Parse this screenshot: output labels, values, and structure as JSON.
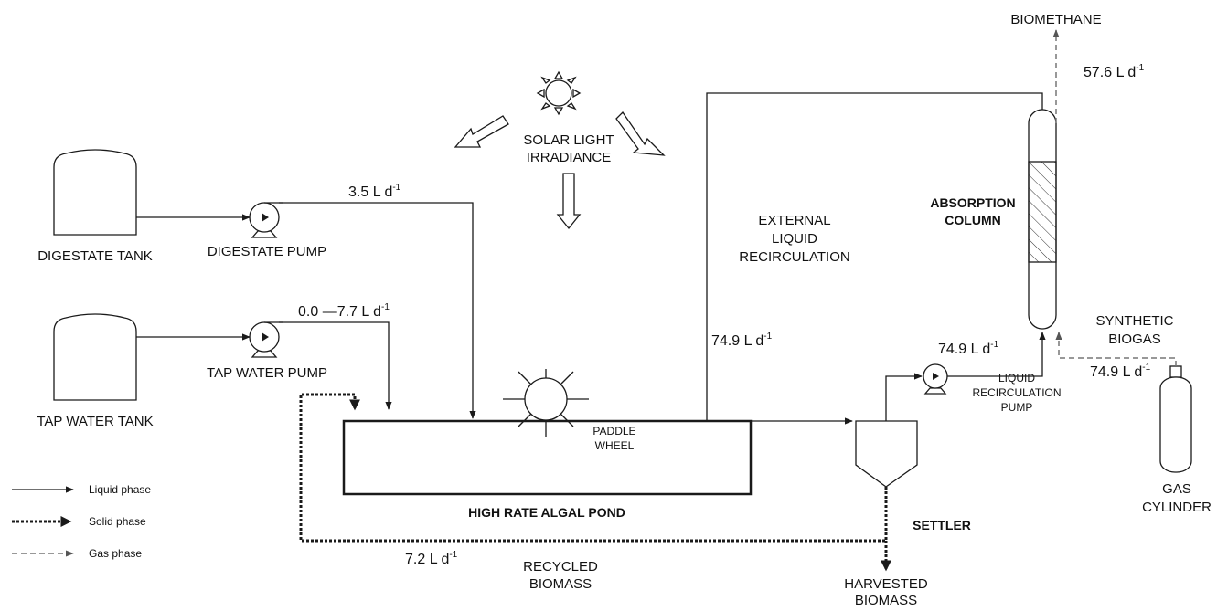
{
  "colors": {
    "line": "#1a1a1a",
    "gas_line": "#777777",
    "background": "#ffffff"
  },
  "equipment": {
    "digestate_tank": "DIGESTATE TANK",
    "tap_water_tank": "TAP WATER TANK",
    "digestate_pump": "DIGESTATE PUMP",
    "tap_water_pump": "TAP WATER PUMP",
    "solar_light": [
      "SOLAR LIGHT",
      "IRRADIANCE"
    ],
    "paddle_wheel": [
      "PADDLE",
      "WHEEL"
    ],
    "hrap": "HIGH RATE ALGAL POND",
    "settler": "SETTLER",
    "absorption_column": [
      "ABSORPTION",
      "COLUMN"
    ],
    "liquid_recirculation_pump": [
      "LIQUID",
      "RECIRCULATION",
      "PUMP"
    ],
    "gas_cylinder": [
      "GAS",
      "CYLINDER"
    ],
    "external_recirculation": [
      "EXTERNAL",
      "LIQUID",
      "RECIRCULATION"
    ],
    "synthetic_biogas": [
      "SYNTHETIC",
      "BIOGAS"
    ],
    "biomethane": "BIOMETHANE",
    "recycled_biomass": [
      "RECYCLED",
      "BIOMASS"
    ],
    "harvested_biomass": [
      "HARVESTED",
      "BIOMASS"
    ]
  },
  "flows": {
    "digestate": "3.5 L d",
    "tap_water": "0.0 —7.7 L d",
    "external_recirc": "74.9 L d",
    "recirc_pump": "74.9 L d",
    "biogas": "74.9 L d",
    "biomethane": "57.6 L d",
    "recycled": "7.2 L d",
    "unit_exp": "-1"
  },
  "legend": [
    {
      "style": "liquid",
      "label": "Liquid phase"
    },
    {
      "style": "solid",
      "label": "Solid phase"
    },
    {
      "style": "gas",
      "label": "Gas phase"
    }
  ]
}
